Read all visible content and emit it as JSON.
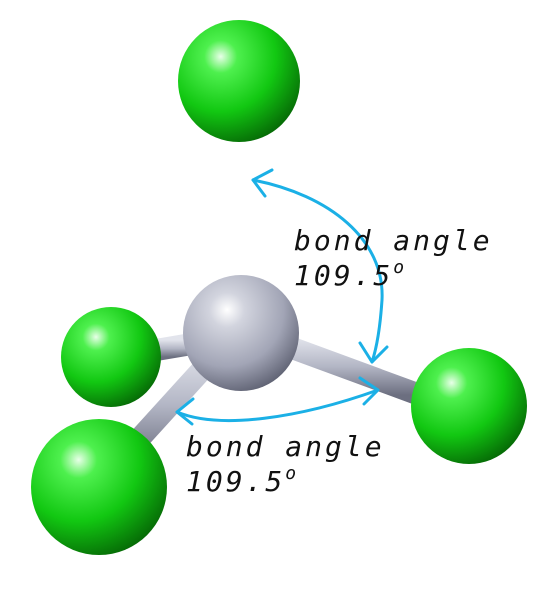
{
  "colors": {
    "chlorine_atom": "#12c812",
    "carbon_atom": "#a7aabb",
    "bond": "#b7bac9",
    "annotation": "#1bb0e6",
    "text": "#111111"
  },
  "atoms": [
    {
      "element": "Cl",
      "icon": "green-sphere"
    },
    {
      "element": "Cl",
      "icon": "green-sphere"
    },
    {
      "element": "Cl",
      "icon": "green-sphere"
    },
    {
      "element": "Cl",
      "icon": "green-sphere"
    },
    {
      "element": "C",
      "icon": "grey-sphere"
    }
  ],
  "annotations": [
    {
      "label": "bond angle",
      "value": "109.5",
      "unit": "o"
    },
    {
      "label": "bond angle",
      "value": "109.5",
      "unit": "o"
    }
  ]
}
